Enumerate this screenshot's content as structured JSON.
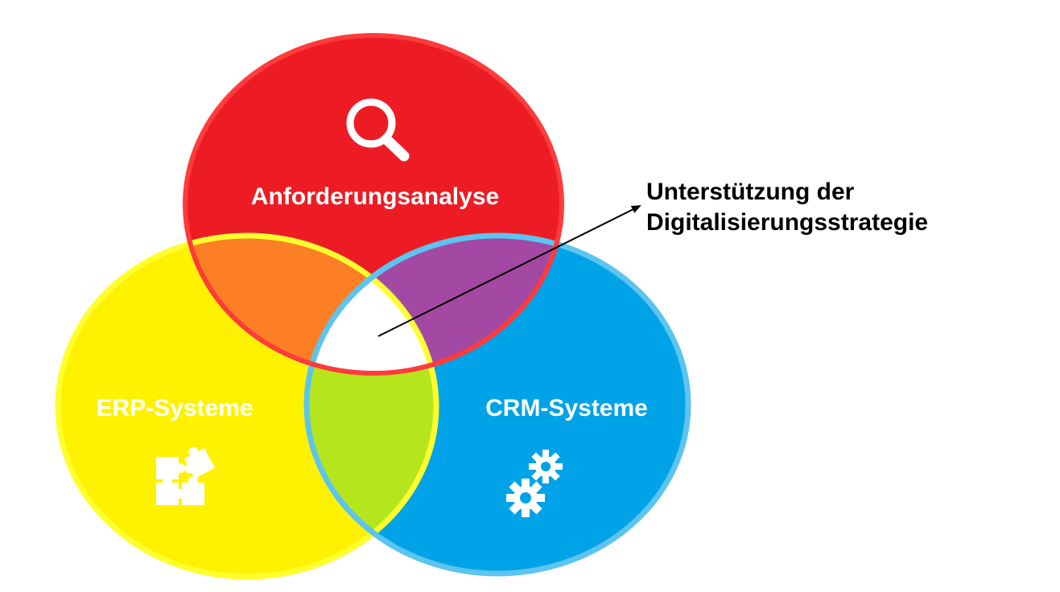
{
  "circles": {
    "red": {
      "label": "Anforderungsanalyse",
      "icon": "magnifier-icon",
      "color": "#ed1c24",
      "border": "#ff3b3b"
    },
    "yellow": {
      "label": "ERP-Systeme",
      "icon": "puzzle-icon",
      "color": "#fff200",
      "border": "#ffff30"
    },
    "blue": {
      "label": "CRM-Systeme",
      "icon": "gears-icon",
      "color": "#00a2e8",
      "border": "#5cc4ee"
    }
  },
  "overlaps": {
    "red_yellow": "#fd7f25",
    "red_blue": "#a349a4",
    "yellow_blue": "#b5e61d",
    "center": "#ffffff"
  },
  "callout": {
    "line1": "Unterstützung der",
    "line2": "Digitalisierungsstrategie"
  }
}
